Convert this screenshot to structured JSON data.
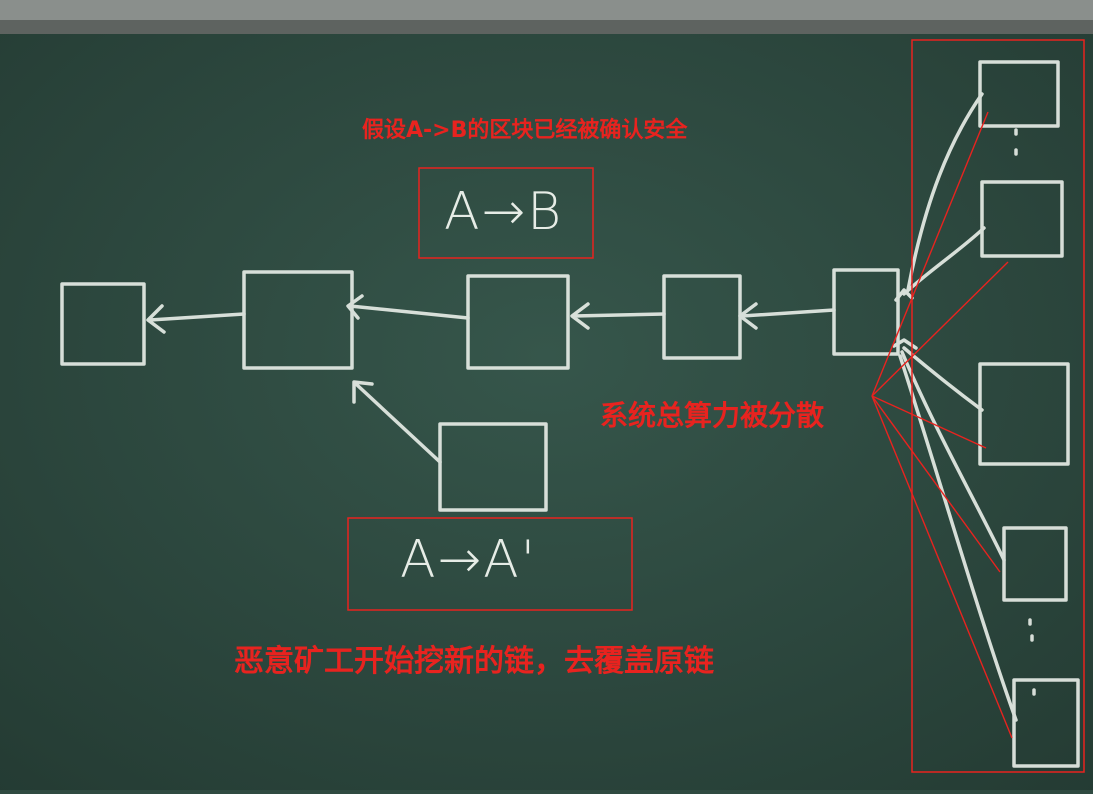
{
  "annotations": {
    "top_note": "假设A->B的区块已经被确认安全",
    "hash_power_note": "系统总算力被分散",
    "malicious_note": "恶意矿工开始挖新的链，去覆盖原链"
  },
  "chalk_labels": {
    "tx_main": "A→B",
    "tx_fork": "A→A'"
  },
  "colors": {
    "board": "#2f4a41",
    "chalk": "#e6ece6",
    "annotation_red": "#e8231f"
  }
}
